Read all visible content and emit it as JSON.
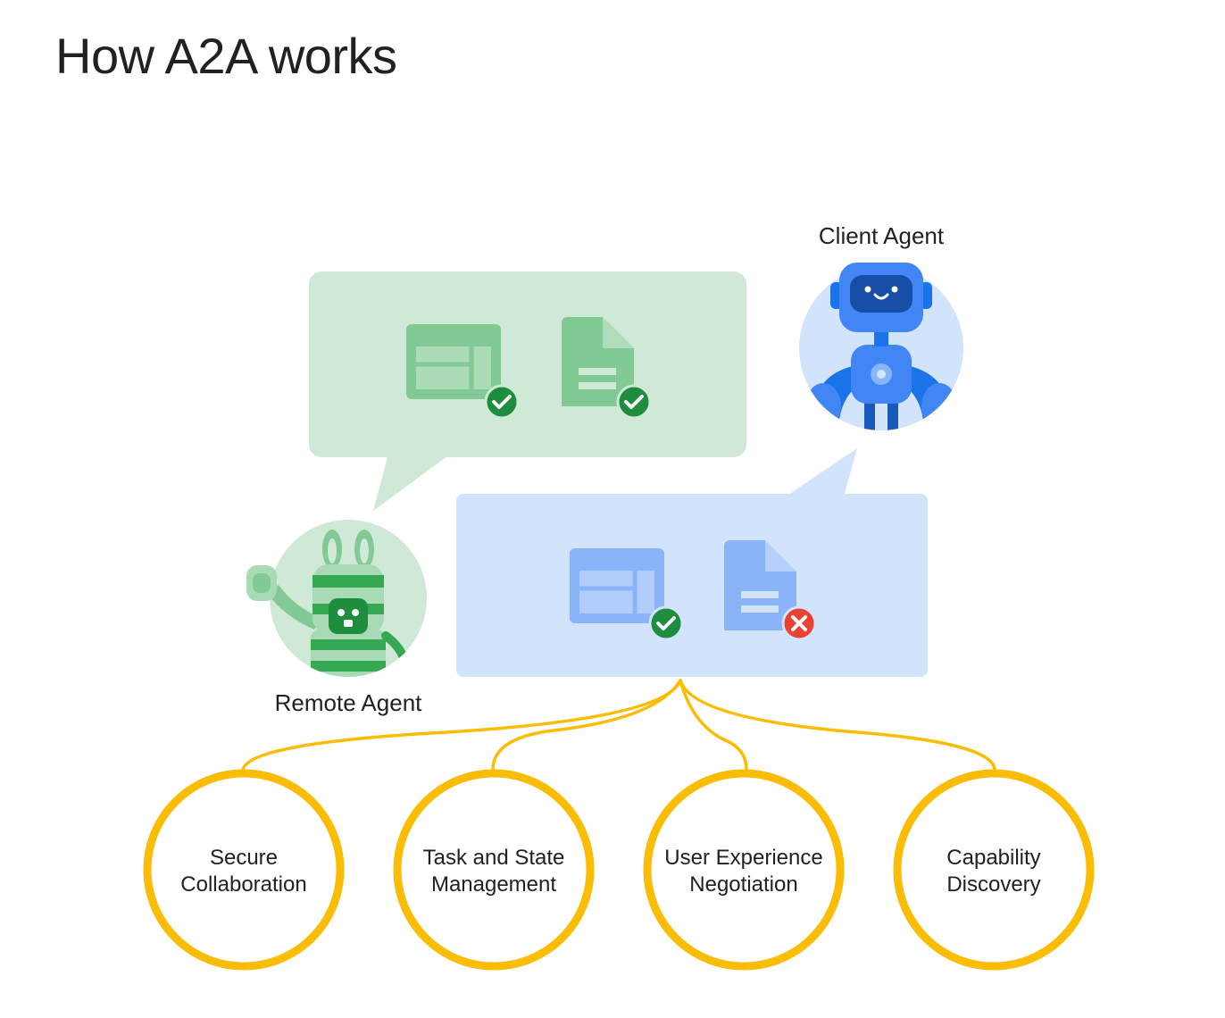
{
  "title": "How A2A works",
  "agents": {
    "client": {
      "label": "Client Agent",
      "icon": "robot-icon"
    },
    "remote": {
      "label": "Remote Agent",
      "icon": "bunny-robot-icon"
    }
  },
  "capabilities": [
    {
      "line1": "Secure",
      "line2": "Collaboration"
    },
    {
      "line1": "Task and State",
      "line2": "Management"
    },
    {
      "line1": "User Experience",
      "line2": "Negotiation"
    },
    {
      "line1": "Capability",
      "line2": "Discovery"
    }
  ],
  "colors": {
    "green_bubble": "#cfe9d6",
    "blue_bubble": "#d2e3fc",
    "green_doc": "#81c995",
    "blue_doc": "#8ab4f8",
    "check": "#1e8e3e",
    "error": "#ea4335",
    "connector": "#fbbc04",
    "client_circle": "#d2e3fc",
    "remote_circle": "#cfe9d6"
  },
  "bubbles": {
    "remote_response": [
      {
        "icon": "spreadsheet-icon",
        "status": "check-icon"
      },
      {
        "icon": "document-icon",
        "status": "check-icon"
      }
    ],
    "client_request": [
      {
        "icon": "spreadsheet-icon",
        "status": "check-icon"
      },
      {
        "icon": "document-icon",
        "status": "error-icon"
      }
    ]
  }
}
